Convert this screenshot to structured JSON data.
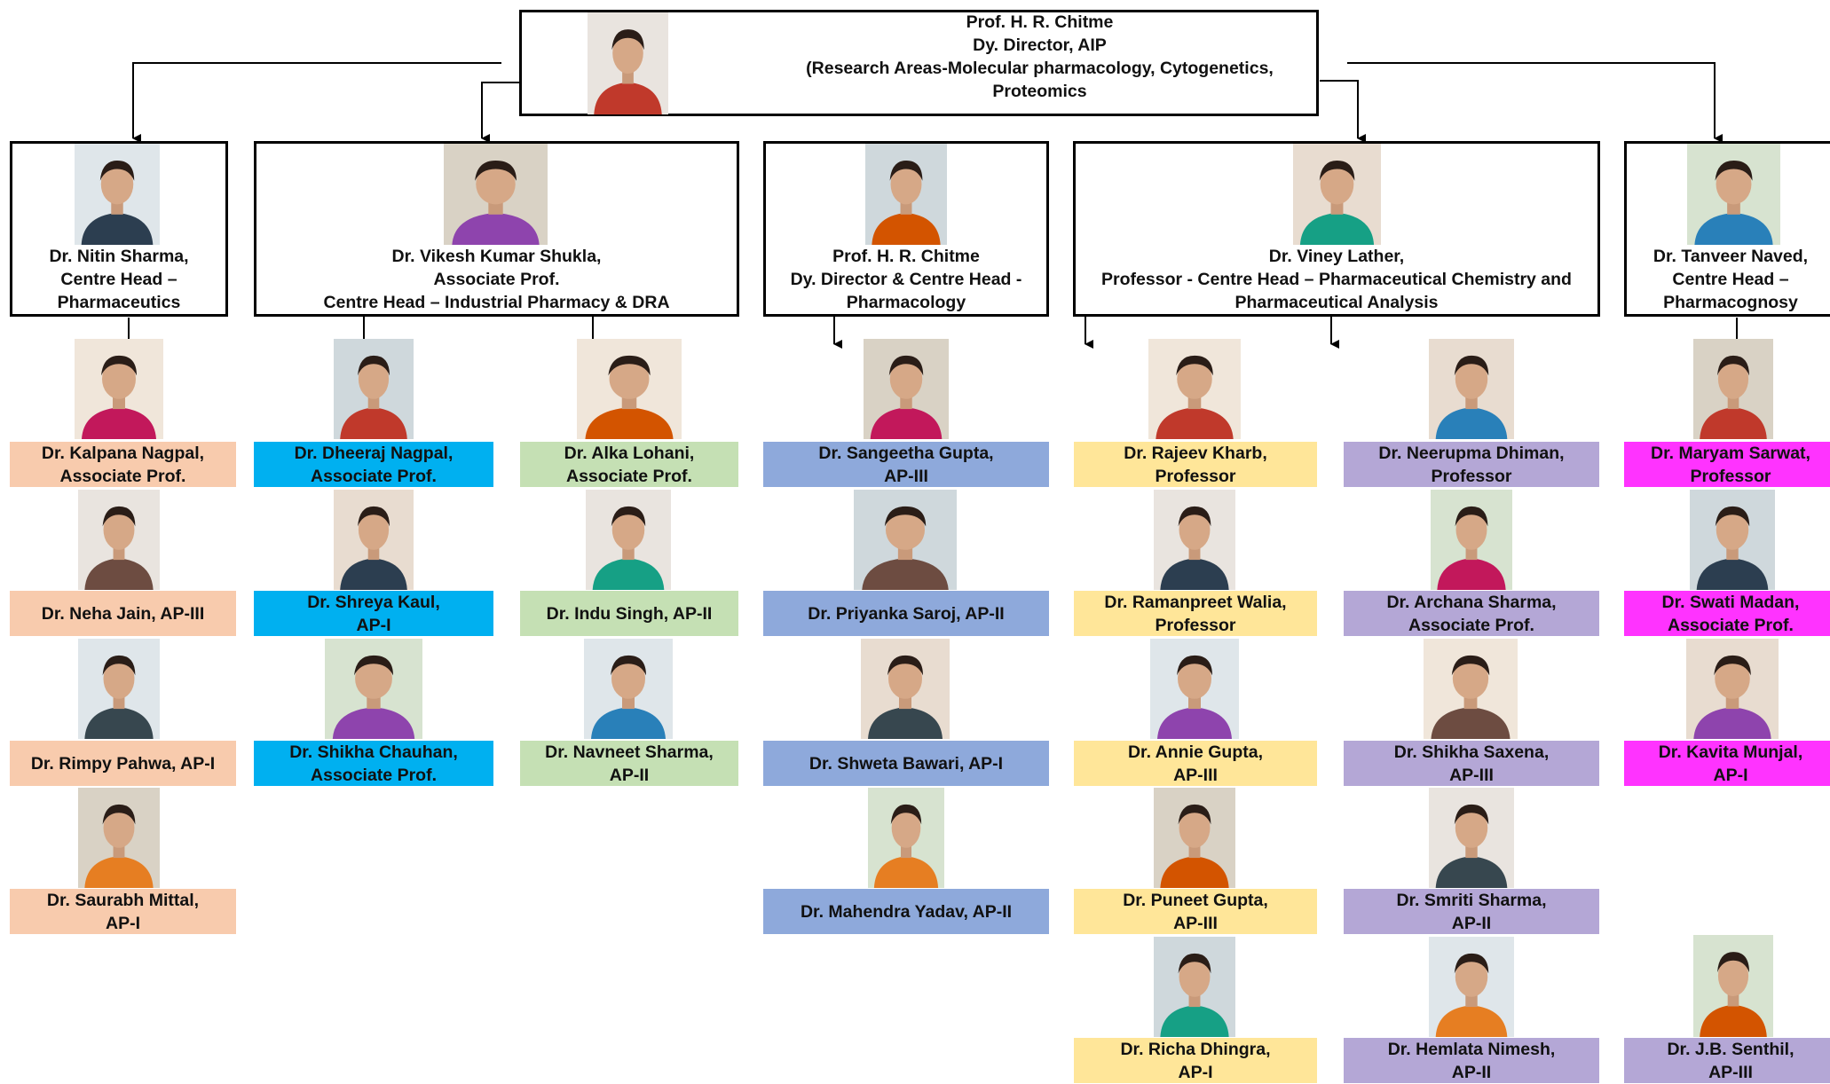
{
  "colors": {
    "pharmaceutics": "#F8CBAD",
    "industrial": "#00B0F0",
    "industrial_b": "#C5E0B4",
    "pharmacology": "#8EA9DB",
    "chemistry": "#FFE699",
    "analysis": "#B4A7D6",
    "pharmacognosy": "#FF33FF"
  },
  "top": {
    "text": "Prof. H. R. Chitme\nDy. Director, AIP\n(Research Areas-Molecular pharmacology, Cytogenetics,\nProteomics"
  },
  "heads": [
    {
      "text": "Dr. Nitin Sharma,\nCentre Head –\nPharmaceutics"
    },
    {
      "text": "Dr. Vikesh Kumar Shukla,\nAssociate Prof.\nCentre Head – Industrial Pharmacy & DRA"
    },
    {
      "text": "Prof. H. R. Chitme\nDy. Director & Centre Head -\nPharmacology"
    },
    {
      "text": "Dr. Viney Lather,\nProfessor - Centre Head – Pharmaceutical Chemistry and\nPharmaceutical Analysis"
    },
    {
      "text": "Dr. Tanveer Naved,\nCentre Head –\nPharmacognosy"
    }
  ],
  "members": [
    {
      "text": "Dr. Kalpana Nagpal,\nAssociate Prof."
    },
    {
      "text": "Dr. Neha Jain, AP-III"
    },
    {
      "text": "Dr. Rimpy Pahwa, AP-I"
    },
    {
      "text": "Dr. Saurabh Mittal,\nAP-I"
    },
    {
      "text": "Dr. Dheeraj Nagpal,\nAssociate Prof."
    },
    {
      "text": "Dr. Shreya Kaul,\nAP-I"
    },
    {
      "text": "Dr. Shikha Chauhan,\nAssociate Prof."
    },
    {
      "text": "Dr. Alka Lohani,\nAssociate Prof."
    },
    {
      "text": "Dr. Indu Singh, AP-II"
    },
    {
      "text": "Dr. Navneet Sharma,\nAP-II"
    },
    {
      "text": "Dr. Sangeetha Gupta,\nAP-III"
    },
    {
      "text": "Dr. Priyanka Saroj, AP-II"
    },
    {
      "text": "Dr. Shweta Bawari, AP-I"
    },
    {
      "text": "Dr. Mahendra Yadav, AP-II"
    },
    {
      "text": "Dr. Rajeev Kharb,\nProfessor"
    },
    {
      "text": "Dr. Ramanpreet Walia,\nProfessor"
    },
    {
      "text": "Dr. Annie Gupta,\nAP-III"
    },
    {
      "text": "Dr. Puneet Gupta,\nAP-III"
    },
    {
      "text": "Dr. Richa Dhingra,\nAP-I"
    },
    {
      "text": "Dr. Neerupma Dhiman,\nProfessor"
    },
    {
      "text": "Dr. Archana Sharma,\nAssociate Prof."
    },
    {
      "text": "Dr. Shikha Saxena,\nAP-III"
    },
    {
      "text": "Dr. Smriti Sharma,\nAP-II"
    },
    {
      "text": "Dr. Hemlata Nimesh,\nAP-II"
    },
    {
      "text": "Dr. Maryam Sarwat,\nProfessor"
    },
    {
      "text": "Dr. Swati Madan,\nAssociate Prof."
    },
    {
      "text": "Dr. Kavita Munjal,\nAP-I"
    },
    {
      "text": "Dr. J.B. Senthil,\nAP-III"
    }
  ]
}
